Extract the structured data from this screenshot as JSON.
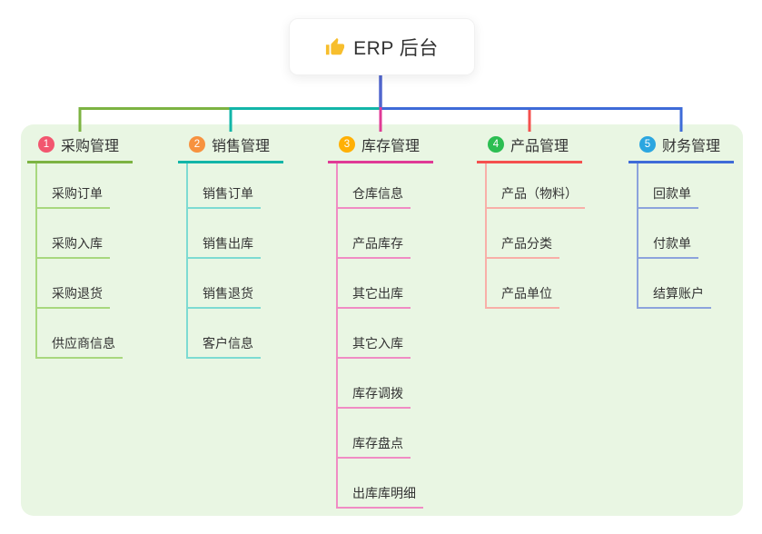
{
  "root": {
    "title": "ERP 后台",
    "icon": "thumbs-up-icon"
  },
  "branches": [
    {
      "index": "1",
      "title": "采购管理",
      "badge_color": "#F2566F",
      "line_color": "#7CB342",
      "child_line_color": "#A8D87E",
      "children": [
        "采购订单",
        "采购入库",
        "采购退货",
        "供应商信息"
      ]
    },
    {
      "index": "2",
      "title": "销售管理",
      "badge_color": "#F7923F",
      "line_color": "#12B5A8",
      "child_line_color": "#7DDBD2",
      "children": [
        "销售订单",
        "销售出库",
        "销售退货",
        "客户信息"
      ]
    },
    {
      "index": "3",
      "title": "库存管理",
      "badge_color": "#FFB005",
      "line_color": "#E03A96",
      "child_line_color": "#F08CC4",
      "children": [
        "仓库信息",
        "产品库存",
        "其它出库",
        "其它入库",
        "库存调拨",
        "库存盘点",
        "出库库明细"
      ]
    },
    {
      "index": "4",
      "title": "产品管理",
      "badge_color": "#2CBE52",
      "line_color": "#F4504E",
      "child_line_color": "#F8AFA8",
      "children": [
        "产品（物料）",
        "产品分类",
        "产品单位"
      ]
    },
    {
      "index": "5",
      "title": "财务管理",
      "badge_color": "#2BA6E0",
      "line_color": "#3E6BD8",
      "child_line_color": "#8CA3DC",
      "children": [
        "回款单",
        "付款单",
        "结算账户"
      ]
    }
  ],
  "colors": {
    "panel_bg": "#E9F6E3",
    "root_line": "#5166CE",
    "thumb": "#F7BE2D",
    "text": "#333333"
  }
}
